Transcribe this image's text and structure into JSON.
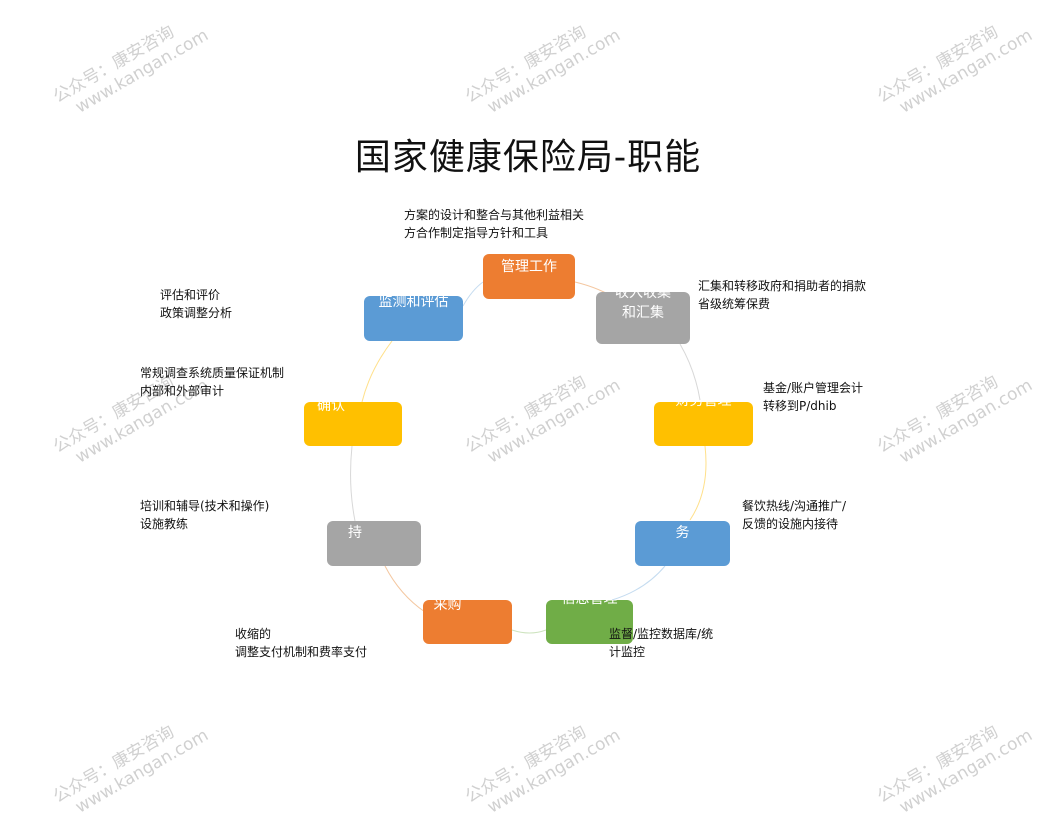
{
  "title": "国家健康保险局-职能",
  "watermark": {
    "line1": "公众号：康安咨询",
    "line2": "www.kangan.com"
  },
  "nodes": {
    "management": {
      "label": "管理工作",
      "color": "#ED7D31"
    },
    "collection": {
      "line1": "收入收集",
      "line2": "和汇集",
      "color": "#A5A5A5"
    },
    "finance": {
      "label": "财务管理",
      "color": "#FFC000"
    },
    "service": {
      "label": "务",
      "color": "#5B9BD5"
    },
    "information": {
      "label": "信息管理",
      "color": "#70AD47"
    },
    "purchasing": {
      "label": "采购",
      "color": "#ED7D31"
    },
    "support": {
      "label": "持",
      "color": "#A5A5A5"
    },
    "confirm": {
      "label": "确认",
      "color": "#FFC000"
    },
    "monitoring": {
      "label": "监测和评估",
      "color": "#5B9BD5"
    }
  },
  "notes": {
    "management": {
      "line1": "方案的设计和整合与其他利益相关",
      "line2": "方合作制定指导方针和工具"
    },
    "collection": {
      "line1": "汇集和转移政府和捐助者的捐款",
      "line2": "省级统筹保费"
    },
    "finance": {
      "line1": "基金/账户管理会计",
      "line2": "转移到P/dhib"
    },
    "service": {
      "line1": "餐饮热线/沟通推广/",
      "line2": "反馈的设施内接待"
    },
    "information": {
      "line1": "监督/监控数据库/统",
      "line2": "计监控"
    },
    "purchasing": {
      "line1": "收缩的",
      "line2": "调整支付机制和费率支付"
    },
    "support": {
      "line1": "培训和辅导(技术和操作)",
      "line2": "设施教练"
    },
    "confirm": {
      "line1": "常规调查系统质量保证机制",
      "line2": "内部和外部审计"
    },
    "monitoring": {
      "line1": "评估和评价",
      "line2": "政策调整分析"
    }
  }
}
